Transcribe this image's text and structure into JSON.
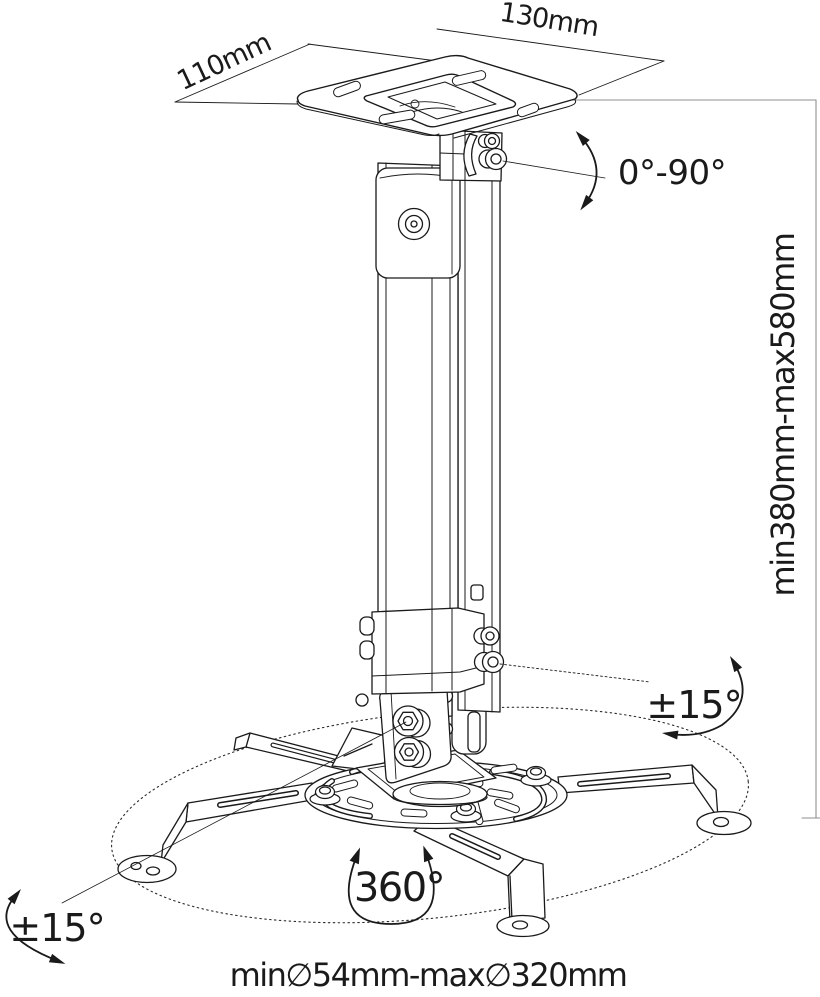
{
  "labels": {
    "plate_width": "130mm",
    "plate_depth": "110mm",
    "tilt_range": "0°-90°",
    "height_range": "min380mm-max580mm",
    "side_fine_tilt": "±15°",
    "base_fine_tilt": "±15°",
    "rotation_range": "360°",
    "mount_diameter": "min∅54mm-max∅320mm"
  },
  "colors": {
    "line": "#1a1a1a",
    "dimension_line": "#8f8f8f",
    "text": "#1a1a1a",
    "background": "#ffffff"
  }
}
